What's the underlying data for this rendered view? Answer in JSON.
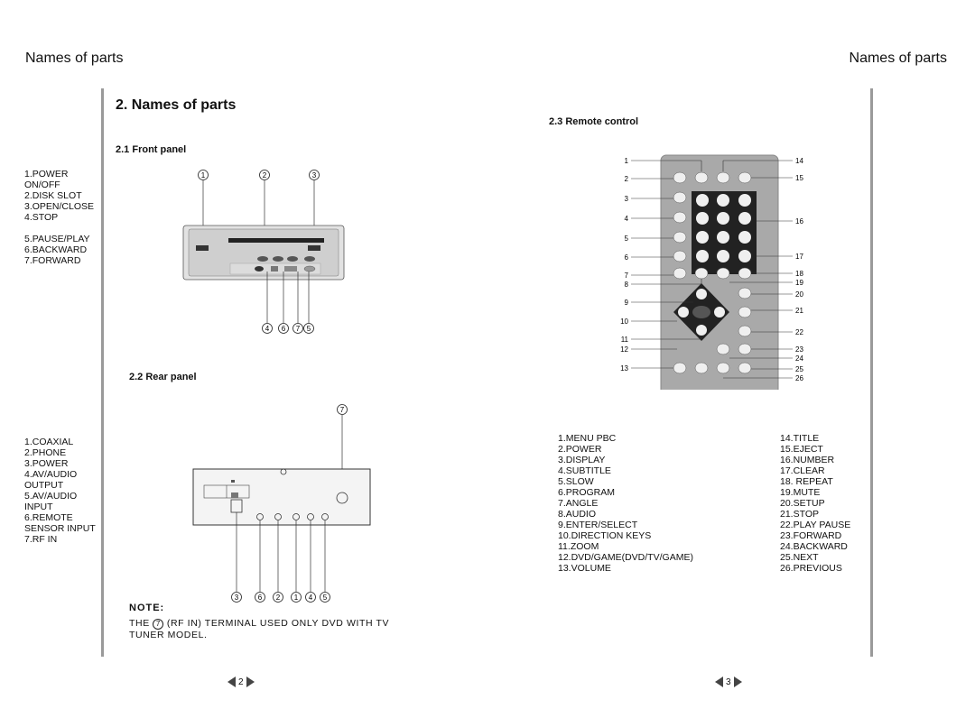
{
  "header": {
    "left": "Names of parts",
    "right": "Names of parts"
  },
  "main_title": "2.  Names of parts",
  "front_panel": {
    "heading": "2.1  Front panel",
    "items": [
      "1.POWER",
      "ON/OFF",
      "2.DISK SLOT",
      "3.OPEN/CLOSE",
      "4.STOP",
      "",
      "5.PAUSE/PLAY",
      "6.BACKWARD",
      "7.FORWARD"
    ],
    "callouts_top": [
      "1",
      "2",
      "3"
    ],
    "callouts_bottom": [
      "4",
      "6",
      "7",
      "5"
    ]
  },
  "rear_panel": {
    "heading": "2.2 Rear panel",
    "items": [
      "1.COAXIAL",
      "2.PHONE",
      "3.POWER",
      "4.AV/AUDIO",
      "OUTPUT",
      "5.AV/AUDIO",
      "INPUT",
      "6.REMOTE",
      "SENSOR INPUT",
      "7.RF IN"
    ],
    "callout_top": "7",
    "callouts_bottom": [
      "3",
      "6",
      "2",
      "1",
      "4",
      "5"
    ]
  },
  "note": {
    "title": "NOTE:",
    "line1_before": "THE",
    "line1_circle": "7",
    "line1_after": "(RF IN) TERMINAL USED ONLY DVD WITH TV",
    "line2": "TUNER MODEL."
  },
  "remote": {
    "heading": "2.3  Remote control",
    "left_numbers": [
      "1",
      "2",
      "3",
      "4",
      "5",
      "6",
      "7",
      "8",
      "9",
      "10",
      "11",
      "12",
      "13"
    ],
    "right_numbers": [
      "14",
      "15",
      "16",
      "17",
      "18",
      "19",
      "20",
      "21",
      "22",
      "23",
      "24",
      "25",
      "26"
    ],
    "list_left": [
      "1.MENU PBC",
      "2.POWER",
      "3.DISPLAY",
      "4.SUBTITLE",
      "5.SLOW",
      "6.PROGRAM",
      "7.ANGLE",
      "8.AUDIO",
      "9.ENTER/SELECT",
      "10.DIRECTION KEYS",
      "11.ZOOM",
      "12.DVD/GAME(DVD/TV/GAME)",
      "13.VOLUME"
    ],
    "list_right": [
      "14.TITLE",
      "15.EJECT",
      "16.NUMBER",
      "17.CLEAR",
      "18. REPEAT",
      "19.MUTE",
      "20.SETUP",
      "21.STOP",
      "22.PLAY PAUSE",
      "23.FORWARD",
      "24.BACKWARD",
      "25.NEXT",
      "26.PREVIOUS"
    ]
  },
  "pages": {
    "left": "2",
    "right": "3"
  },
  "colors": {
    "rule": "#9a9a9a",
    "panel": "#d8d8d8",
    "remote_body": "#a9a9a9",
    "key": "#efefef"
  }
}
